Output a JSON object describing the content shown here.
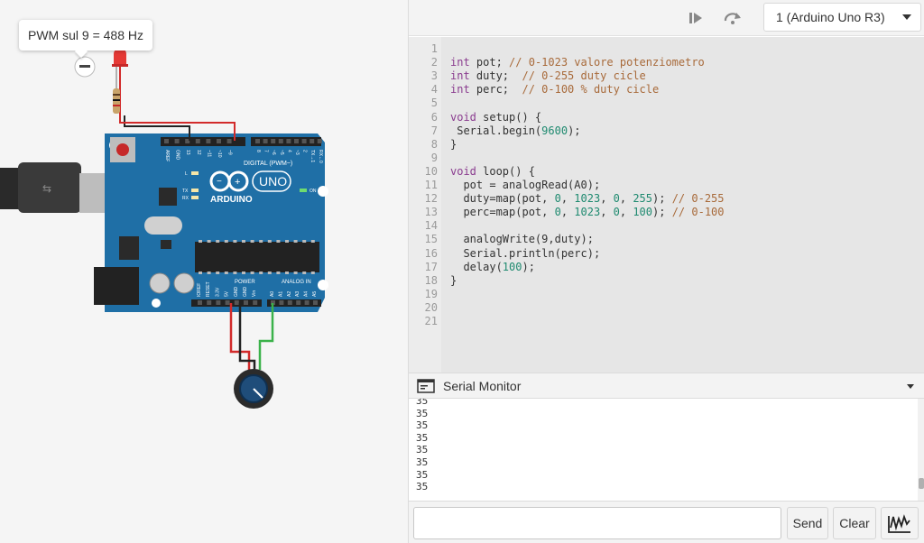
{
  "canvas": {
    "tooltip": "PWM sul 9 = 488 Hz",
    "board": {
      "brand": "ARDUINO",
      "model": "UNO",
      "digital_label": "DIGITAL (PWM~)",
      "power_label": "POWER",
      "analog_label": "ANALOG IN",
      "on_label": "ON",
      "tx_label": "TX",
      "rx_label": "RX",
      "l_label": "L",
      "digital_pins": [
        "AREF",
        "GND",
        "13",
        "12",
        "~11",
        "~10",
        "~9",
        "8",
        "7",
        "~6",
        "~5",
        "4",
        "~3",
        "2",
        "TX→1",
        "RX←0"
      ],
      "power_pins": [
        "IOREF",
        "RESET",
        "3.3V",
        "5V",
        "GND",
        "GND",
        "Vin"
      ],
      "analog_pins": [
        "A0",
        "A1",
        "A2",
        "A3",
        "A4",
        "A5"
      ]
    },
    "colors": {
      "board": "#1f6fa6",
      "wire_red": "#d22b2b",
      "wire_black": "#222222",
      "wire_green": "#3bb24a"
    }
  },
  "toolbar": {
    "device": "1 (Arduino Uno R3)",
    "icons": [
      "step-play-icon",
      "step-over-icon"
    ]
  },
  "editor": {
    "lines": [
      [],
      [
        [
          "kw",
          "int"
        ],
        [
          "t",
          " pot; "
        ],
        [
          "cm",
          "// 0-1023 valore potenziometro"
        ]
      ],
      [
        [
          "kw",
          "int"
        ],
        [
          "t",
          " duty;  "
        ],
        [
          "cm",
          "// 0-255 duty cicle"
        ]
      ],
      [
        [
          "kw",
          "int"
        ],
        [
          "t",
          " perc;  "
        ],
        [
          "cm",
          "// 0-100 % duty cicle"
        ]
      ],
      [],
      [
        [
          "kw",
          "void"
        ],
        [
          "t",
          " setup() {"
        ]
      ],
      [
        [
          "t",
          " Serial.begin("
        ],
        [
          "num",
          "9600"
        ],
        [
          "t",
          ");"
        ]
      ],
      [
        [
          "t",
          "}"
        ]
      ],
      [],
      [
        [
          "kw",
          "void"
        ],
        [
          "t",
          " loop() {"
        ]
      ],
      [
        [
          "t",
          "  pot = analogRead(A0);"
        ]
      ],
      [
        [
          "t",
          "  duty=map(pot, "
        ],
        [
          "num",
          "0"
        ],
        [
          "t",
          ", "
        ],
        [
          "num",
          "1023"
        ],
        [
          "t",
          ", "
        ],
        [
          "num",
          "0"
        ],
        [
          "t",
          ", "
        ],
        [
          "num",
          "255"
        ],
        [
          "t",
          "); "
        ],
        [
          "cm",
          "// 0-255"
        ]
      ],
      [
        [
          "t",
          "  perc=map(pot, "
        ],
        [
          "num",
          "0"
        ],
        [
          "t",
          ", "
        ],
        [
          "num",
          "1023"
        ],
        [
          "t",
          ", "
        ],
        [
          "num",
          "0"
        ],
        [
          "t",
          ", "
        ],
        [
          "num",
          "100"
        ],
        [
          "t",
          "); "
        ],
        [
          "cm",
          "// 0-100"
        ]
      ],
      [],
      [
        [
          "t",
          "  analogWrite(9,duty);"
        ]
      ],
      [
        [
          "t",
          "  Serial.println(perc);"
        ]
      ],
      [
        [
          "t",
          "  delay("
        ],
        [
          "num",
          "100"
        ],
        [
          "t",
          ");"
        ]
      ],
      [
        [
          "t",
          "}"
        ]
      ],
      [],
      [],
      []
    ]
  },
  "serial_monitor": {
    "title": "Serial Monitor",
    "output": [
      "35",
      "35",
      "35",
      "35",
      "35",
      "35",
      "35",
      "35"
    ],
    "input_placeholder": "",
    "send_label": "Send",
    "clear_label": "Clear"
  }
}
